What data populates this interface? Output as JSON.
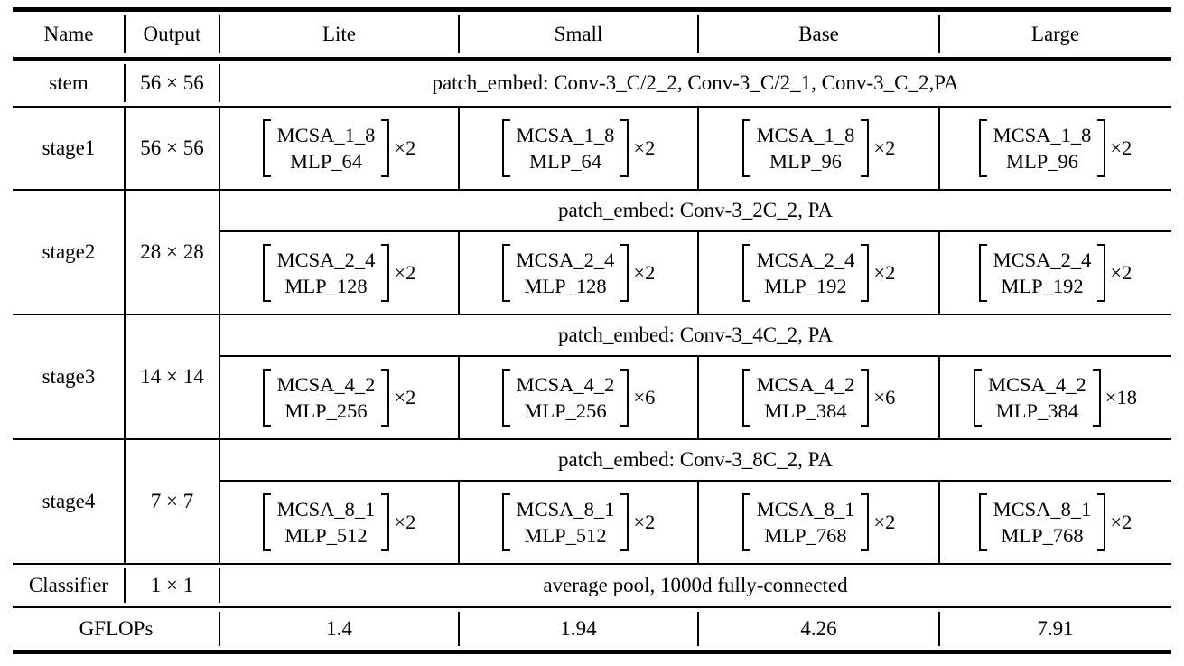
{
  "table": {
    "header": {
      "name": "Name",
      "output": "Output",
      "models": [
        "Lite",
        "Small",
        "Base",
        "Large"
      ]
    },
    "stem": {
      "name": "stem",
      "output": "56 × 56",
      "content": "patch_embed: Conv-3_C/2_2, Conv-3_C/2_1, Conv-3_C_2,PA"
    },
    "stage1": {
      "name": "stage1",
      "output": "56 × 56",
      "blocks": [
        {
          "line1": "MCSA_1_8",
          "line2": "MLP_64",
          "mult": "×2"
        },
        {
          "line1": "MCSA_1_8",
          "line2": "MLP_64",
          "mult": "×2"
        },
        {
          "line1": "MCSA_1_8",
          "line2": "MLP_96",
          "mult": "×2"
        },
        {
          "line1": "MCSA_1_8",
          "line2": "MLP_96",
          "mult": "×2"
        }
      ]
    },
    "stage2": {
      "name": "stage2",
      "output": "28 × 28",
      "patch_embed": "patch_embed: Conv-3_2C_2, PA",
      "blocks": [
        {
          "line1": "MCSA_2_4",
          "line2": "MLP_128",
          "mult": "×2"
        },
        {
          "line1": "MCSA_2_4",
          "line2": "MLP_128",
          "mult": "×2"
        },
        {
          "line1": "MCSA_2_4",
          "line2": "MLP_192",
          "mult": "×2"
        },
        {
          "line1": "MCSA_2_4",
          "line2": "MLP_192",
          "mult": "×2"
        }
      ]
    },
    "stage3": {
      "name": "stage3",
      "output": "14 × 14",
      "patch_embed": "patch_embed: Conv-3_4C_2, PA",
      "blocks": [
        {
          "line1": "MCSA_4_2",
          "line2": "MLP_256",
          "mult": "×2"
        },
        {
          "line1": "MCSA_4_2",
          "line2": "MLP_256",
          "mult": "×6"
        },
        {
          "line1": "MCSA_4_2",
          "line2": "MLP_384",
          "mult": "×6"
        },
        {
          "line1": "MCSA_4_2",
          "line2": "MLP_384",
          "mult": "×18"
        }
      ]
    },
    "stage4": {
      "name": "stage4",
      "output": "7 × 7",
      "patch_embed": "patch_embed: Conv-3_8C_2, PA",
      "blocks": [
        {
          "line1": "MCSA_8_1",
          "line2": "MLP_512",
          "mult": "×2"
        },
        {
          "line1": "MCSA_8_1",
          "line2": "MLP_512",
          "mult": "×2"
        },
        {
          "line1": "MCSA_8_1",
          "line2": "MLP_768",
          "mult": "×2"
        },
        {
          "line1": "MCSA_8_1",
          "line2": "MLP_768",
          "mult": "×2"
        }
      ]
    },
    "classifier": {
      "name": "Classifier",
      "output": "1 × 1",
      "content": "average pool, 1000d fully-connected"
    },
    "gflops": {
      "label": "GFLOPs",
      "values": [
        "1.4",
        "1.94",
        "4.26",
        "7.91"
      ]
    }
  },
  "colors": {
    "text": "#000000",
    "background": "#ffffff",
    "rule": "#000000"
  }
}
